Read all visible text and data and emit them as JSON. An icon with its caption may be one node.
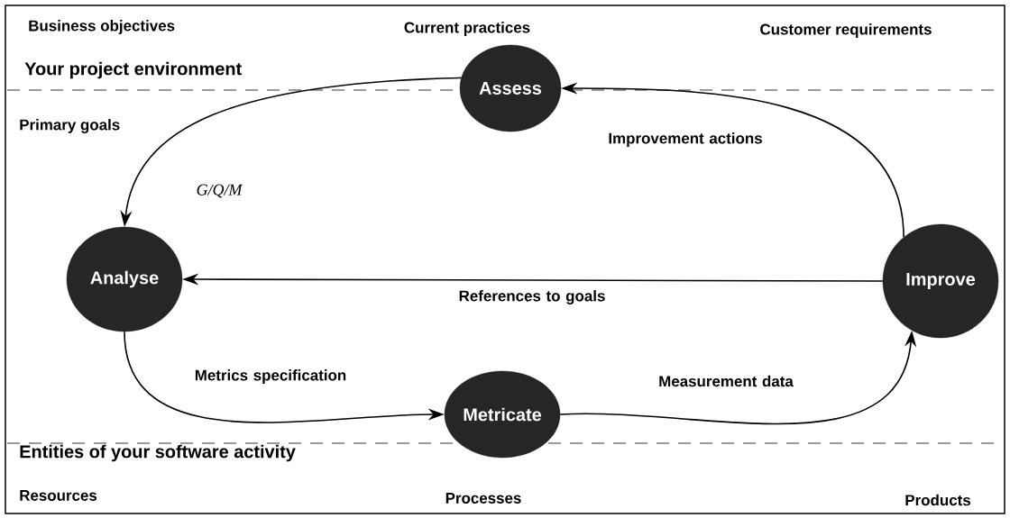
{
  "diagram": {
    "nodes": [
      {
        "text": [
          "Assess"
        ]
      },
      {
        "text": [
          "Analyse"
        ]
      },
      {
        "text": [
          "Improve"
        ]
      },
      {
        "text": [
          "Metricate"
        ]
      }
    ],
    "edges": [
      {
        "from": 0,
        "to": 1,
        "arrow": "to"
      },
      {
        "from": 2,
        "to": 0,
        "arrow": "to",
        "label": "Improvement actions"
      },
      {
        "from": 2,
        "to": 1,
        "arrow": "to",
        "label": "References to goals"
      },
      {
        "from": 1,
        "to": 3,
        "arrow": "to",
        "label": "Metrics specification"
      },
      {
        "from": 3,
        "to": 2,
        "arrow": "to",
        "label": "Measurement data"
      }
    ],
    "labels": [
      "Business objectives",
      "Current practices",
      "Customer requirements",
      "Your project environment",
      "Primary goals",
      "G/Q/M",
      "Entities of your software activity",
      "Resources",
      "Processes",
      "Products"
    ]
  }
}
